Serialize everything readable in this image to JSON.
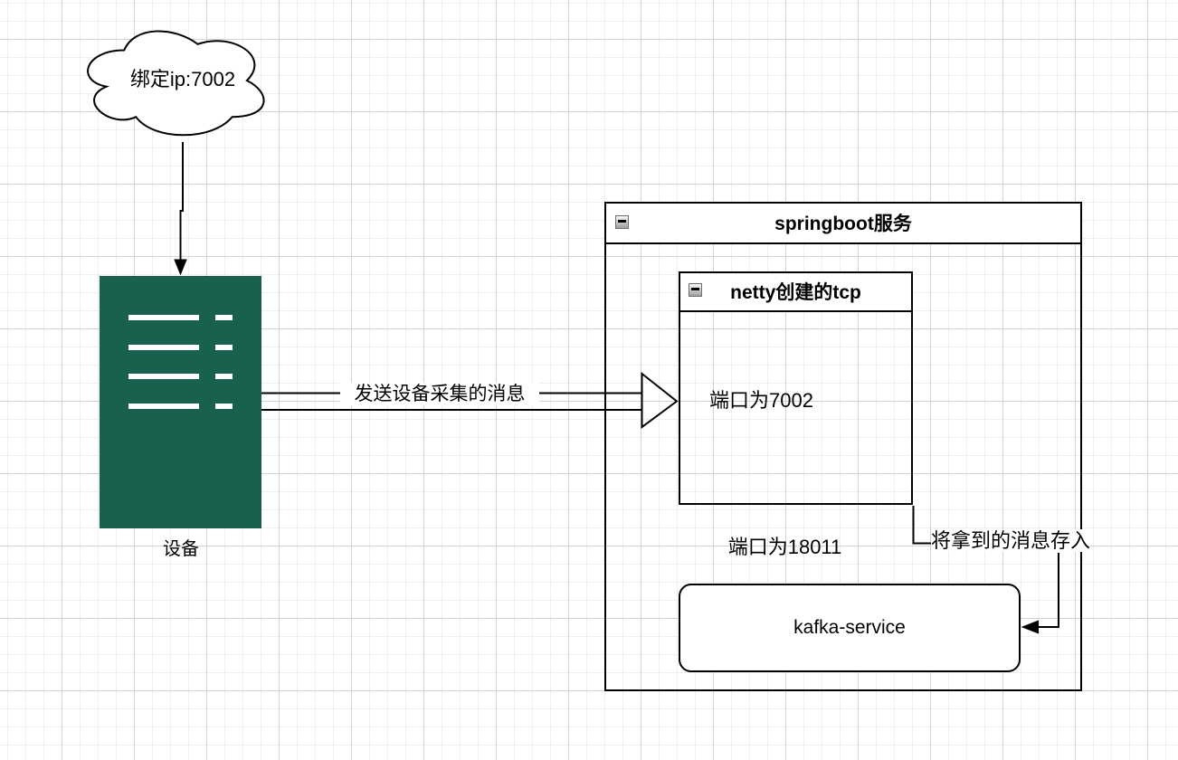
{
  "cloud": {
    "label": "绑定ip:7002"
  },
  "device": {
    "label": "设备"
  },
  "edges": {
    "send": {
      "label": "发送设备采集的消息"
    },
    "store": {
      "label": "将拿到的消息存入"
    }
  },
  "springboot": {
    "title": "springboot服务",
    "port_text": "端口为18011"
  },
  "netty": {
    "title": "netty创建的tcp",
    "port_text": "端口为7002"
  },
  "kafka": {
    "label": "kafka-service"
  },
  "icons": {
    "springboot_collapse": "minus-icon",
    "netty_collapse": "minus-icon"
  },
  "colors": {
    "stroke": "#000000",
    "device_fill": "#17614E",
    "shape_fill": "#ffffff",
    "grid_minor": "#efefef",
    "grid_major": "#d2d2d2"
  }
}
